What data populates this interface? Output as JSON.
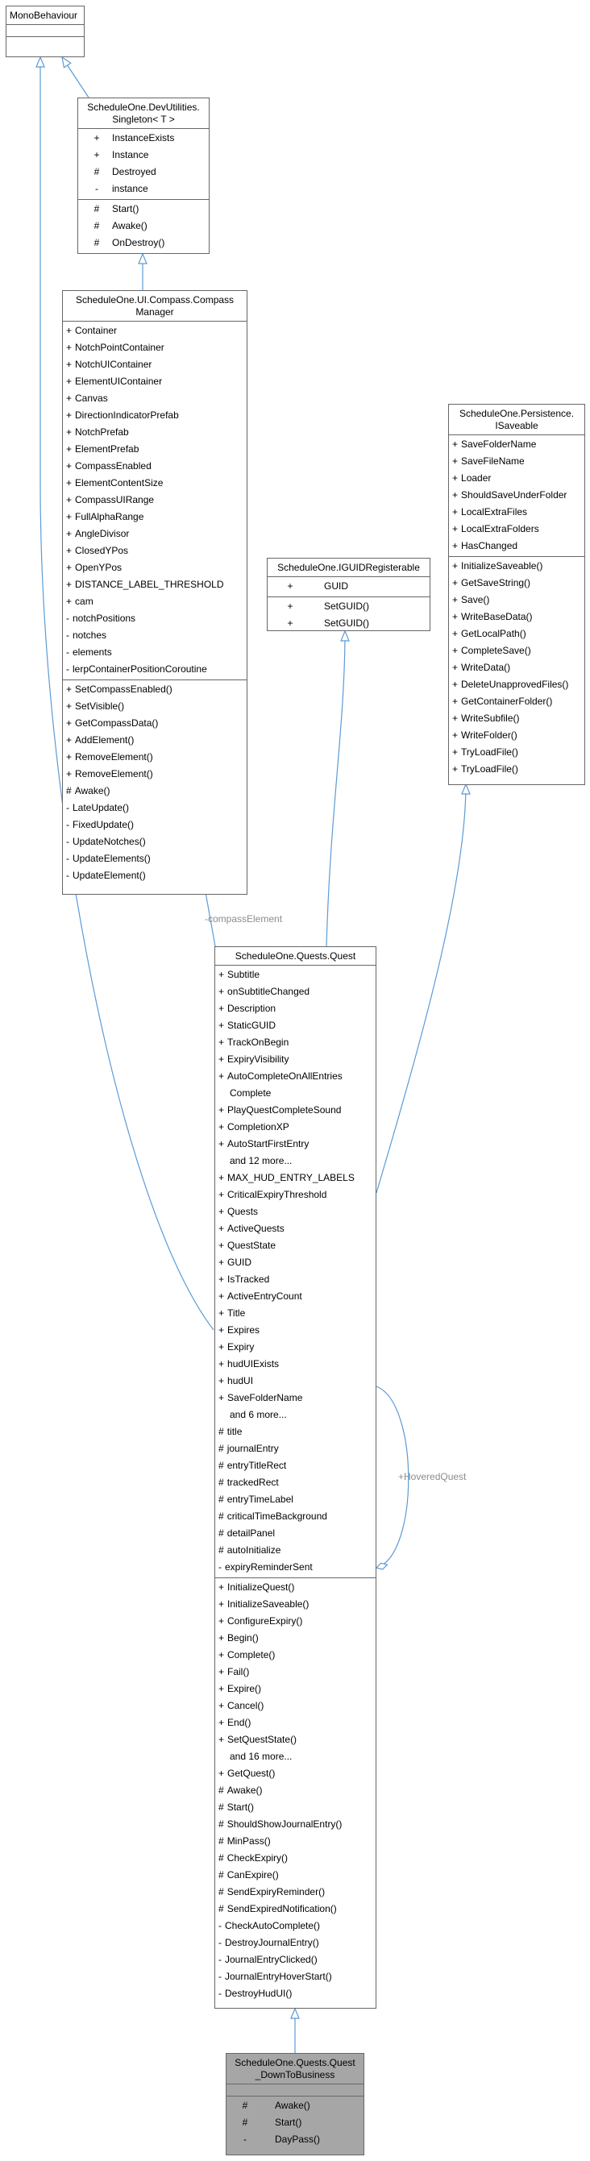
{
  "colors": {
    "arrow": "#5b9bd5",
    "box_border": "#666666",
    "highlight_box": "#a6a6a6",
    "edge_label": "#8c8c8c"
  },
  "mono": {
    "title": "MonoBehaviour"
  },
  "singleton": {
    "title": "ScheduleOne.DevUtilities.\nSingleton< T >",
    "attributes": [
      {
        "vis": "+",
        "name": "InstanceExists"
      },
      {
        "vis": "+",
        "name": "Instance"
      },
      {
        "vis": "#",
        "name": "Destroyed"
      },
      {
        "vis": "-",
        "name": "instance"
      }
    ],
    "operations": [
      {
        "vis": "#",
        "name": "Start()"
      },
      {
        "vis": "#",
        "name": "Awake()"
      },
      {
        "vis": "#",
        "name": "OnDestroy()"
      }
    ]
  },
  "compass": {
    "title": "ScheduleOne.UI.Compass.Compass\nManager",
    "attributes": [
      {
        "vis": "+",
        "name": "Container"
      },
      {
        "vis": "+",
        "name": "NotchPointContainer"
      },
      {
        "vis": "+",
        "name": "NotchUIContainer"
      },
      {
        "vis": "+",
        "name": "ElementUIContainer"
      },
      {
        "vis": "+",
        "name": "Canvas"
      },
      {
        "vis": "+",
        "name": "DirectionIndicatorPrefab"
      },
      {
        "vis": "+",
        "name": "NotchPrefab"
      },
      {
        "vis": "+",
        "name": "ElementPrefab"
      },
      {
        "vis": "+",
        "name": "CompassEnabled"
      },
      {
        "vis": "+",
        "name": "ElementContentSize"
      },
      {
        "vis": "+",
        "name": "CompassUIRange"
      },
      {
        "vis": "+",
        "name": "FullAlphaRange"
      },
      {
        "vis": "+",
        "name": "AngleDivisor"
      },
      {
        "vis": "+",
        "name": "ClosedYPos"
      },
      {
        "vis": "+",
        "name": "OpenYPos"
      },
      {
        "vis": "+",
        "name": "DISTANCE_LABEL_THRESHOLD"
      },
      {
        "vis": "+",
        "name": "cam"
      },
      {
        "vis": "-",
        "name": "notchPositions"
      },
      {
        "vis": "-",
        "name": "notches"
      },
      {
        "vis": "-",
        "name": "elements"
      },
      {
        "vis": "-",
        "name": "lerpContainerPositionCoroutine"
      }
    ],
    "operations": [
      {
        "vis": "+",
        "name": "SetCompassEnabled()"
      },
      {
        "vis": "+",
        "name": "SetVisible()"
      },
      {
        "vis": "+",
        "name": "GetCompassData()"
      },
      {
        "vis": "+",
        "name": "AddElement()"
      },
      {
        "vis": "+",
        "name": "RemoveElement()"
      },
      {
        "vis": "+",
        "name": "RemoveElement()"
      },
      {
        "vis": "#",
        "name": "Awake()"
      },
      {
        "vis": "-",
        "name": "LateUpdate()"
      },
      {
        "vis": "-",
        "name": "FixedUpdate()"
      },
      {
        "vis": "-",
        "name": "UpdateNotches()"
      },
      {
        "vis": "-",
        "name": "UpdateElements()"
      },
      {
        "vis": "-",
        "name": "UpdateElement()"
      }
    ]
  },
  "guid": {
    "title": "ScheduleOne.IGUIDRegisterable",
    "attributes": [
      {
        "vis": "+",
        "name": "GUID"
      }
    ],
    "operations": [
      {
        "vis": "+",
        "name": "SetGUID()"
      },
      {
        "vis": "+",
        "name": "SetGUID()"
      }
    ]
  },
  "saveable": {
    "title": "ScheduleOne.Persistence.\nISaveable",
    "attributes": [
      {
        "vis": "+",
        "name": "SaveFolderName"
      },
      {
        "vis": "+",
        "name": "SaveFileName"
      },
      {
        "vis": "+",
        "name": "Loader"
      },
      {
        "vis": "+",
        "name": "ShouldSaveUnderFolder"
      },
      {
        "vis": "+",
        "name": "LocalExtraFiles"
      },
      {
        "vis": "+",
        "name": "LocalExtraFolders"
      },
      {
        "vis": "+",
        "name": "HasChanged"
      }
    ],
    "operations": [
      {
        "vis": "+",
        "name": "InitializeSaveable()"
      },
      {
        "vis": "+",
        "name": "GetSaveString()"
      },
      {
        "vis": "+",
        "name": "Save()"
      },
      {
        "vis": "+",
        "name": "WriteBaseData()"
      },
      {
        "vis": "+",
        "name": "GetLocalPath()"
      },
      {
        "vis": "+",
        "name": "CompleteSave()"
      },
      {
        "vis": "+",
        "name": "WriteData()"
      },
      {
        "vis": "+",
        "name": "DeleteUnapprovedFiles()"
      },
      {
        "vis": "+",
        "name": "GetContainerFolder()"
      },
      {
        "vis": "+",
        "name": "WriteSubfile()"
      },
      {
        "vis": "+",
        "name": "WriteFolder()"
      },
      {
        "vis": "+",
        "name": "TryLoadFile()"
      },
      {
        "vis": "+",
        "name": "TryLoadFile()"
      }
    ]
  },
  "quest": {
    "title": "ScheduleOne.Quests.Quest",
    "attributes": [
      {
        "vis": "+",
        "name": "Subtitle"
      },
      {
        "vis": "+",
        "name": "onSubtitleChanged"
      },
      {
        "vis": "+",
        "name": "Description"
      },
      {
        "vis": "+",
        "name": "StaticGUID"
      },
      {
        "vis": "+",
        "name": "TrackOnBegin"
      },
      {
        "vis": "+",
        "name": "ExpiryVisibility"
      },
      {
        "vis": "+",
        "name": "AutoCompleteOnAllEntries"
      },
      {
        "vis": "",
        "name": "Complete"
      },
      {
        "vis": "+",
        "name": "PlayQuestCompleteSound"
      },
      {
        "vis": "+",
        "name": "CompletionXP"
      },
      {
        "vis": "+",
        "name": "AutoStartFirstEntry"
      },
      {
        "vis": "",
        "name": "and 12 more..."
      },
      {
        "vis": "+",
        "name": "MAX_HUD_ENTRY_LABELS"
      },
      {
        "vis": "+",
        "name": "CriticalExpiryThreshold"
      },
      {
        "vis": "+",
        "name": "Quests"
      },
      {
        "vis": "+",
        "name": "ActiveQuests"
      },
      {
        "vis": "+",
        "name": "QuestState"
      },
      {
        "vis": "+",
        "name": "GUID"
      },
      {
        "vis": "+",
        "name": "IsTracked"
      },
      {
        "vis": "+",
        "name": "ActiveEntryCount"
      },
      {
        "vis": "+",
        "name": "Title"
      },
      {
        "vis": "+",
        "name": "Expires"
      },
      {
        "vis": "+",
        "name": "Expiry"
      },
      {
        "vis": "+",
        "name": "hudUIExists"
      },
      {
        "vis": "+",
        "name": "hudUI"
      },
      {
        "vis": "+",
        "name": "SaveFolderName"
      },
      {
        "vis": "",
        "name": "and 6 more..."
      },
      {
        "vis": "#",
        "name": "title"
      },
      {
        "vis": "#",
        "name": "journalEntry"
      },
      {
        "vis": "#",
        "name": "entryTitleRect"
      },
      {
        "vis": "#",
        "name": "trackedRect"
      },
      {
        "vis": "#",
        "name": "entryTimeLabel"
      },
      {
        "vis": "#",
        "name": "criticalTimeBackground"
      },
      {
        "vis": "#",
        "name": "detailPanel"
      },
      {
        "vis": "#",
        "name": "autoInitialize"
      },
      {
        "vis": "-",
        "name": "expiryReminderSent"
      }
    ],
    "operations": [
      {
        "vis": "+",
        "name": "InitializeQuest()"
      },
      {
        "vis": "+",
        "name": "InitializeSaveable()"
      },
      {
        "vis": "+",
        "name": "ConfigureExpiry()"
      },
      {
        "vis": "+",
        "name": "Begin()"
      },
      {
        "vis": "+",
        "name": "Complete()"
      },
      {
        "vis": "+",
        "name": "Fail()"
      },
      {
        "vis": "+",
        "name": "Expire()"
      },
      {
        "vis": "+",
        "name": "Cancel()"
      },
      {
        "vis": "+",
        "name": "End()"
      },
      {
        "vis": "+",
        "name": "SetQuestState()"
      },
      {
        "vis": "",
        "name": "and 16 more..."
      },
      {
        "vis": "+",
        "name": "GetQuest()"
      },
      {
        "vis": "#",
        "name": "Awake()"
      },
      {
        "vis": "#",
        "name": "Start()"
      },
      {
        "vis": "#",
        "name": "ShouldShowJournalEntry()"
      },
      {
        "vis": "#",
        "name": "MinPass()"
      },
      {
        "vis": "#",
        "name": "CheckExpiry()"
      },
      {
        "vis": "#",
        "name": "CanExpire()"
      },
      {
        "vis": "#",
        "name": "SendExpiryReminder()"
      },
      {
        "vis": "#",
        "name": "SendExpiredNotification()"
      },
      {
        "vis": "-",
        "name": "CheckAutoComplete()"
      },
      {
        "vis": "-",
        "name": "DestroyJournalEntry()"
      },
      {
        "vis": "-",
        "name": "JournalEntryClicked()"
      },
      {
        "vis": "-",
        "name": "JournalEntryHoverStart()"
      },
      {
        "vis": "-",
        "name": "DestroyHudUI()"
      }
    ]
  },
  "business": {
    "title": "ScheduleOne.Quests.Quest\n_DownToBusiness",
    "operations": [
      {
        "vis": "#",
        "name": "Awake()"
      },
      {
        "vis": "#",
        "name": "Start()"
      },
      {
        "vis": "-",
        "name": "DayPass()"
      }
    ]
  },
  "edges": {
    "compass_label": "-compassElement",
    "hovered_label": "+HoveredQuest"
  }
}
